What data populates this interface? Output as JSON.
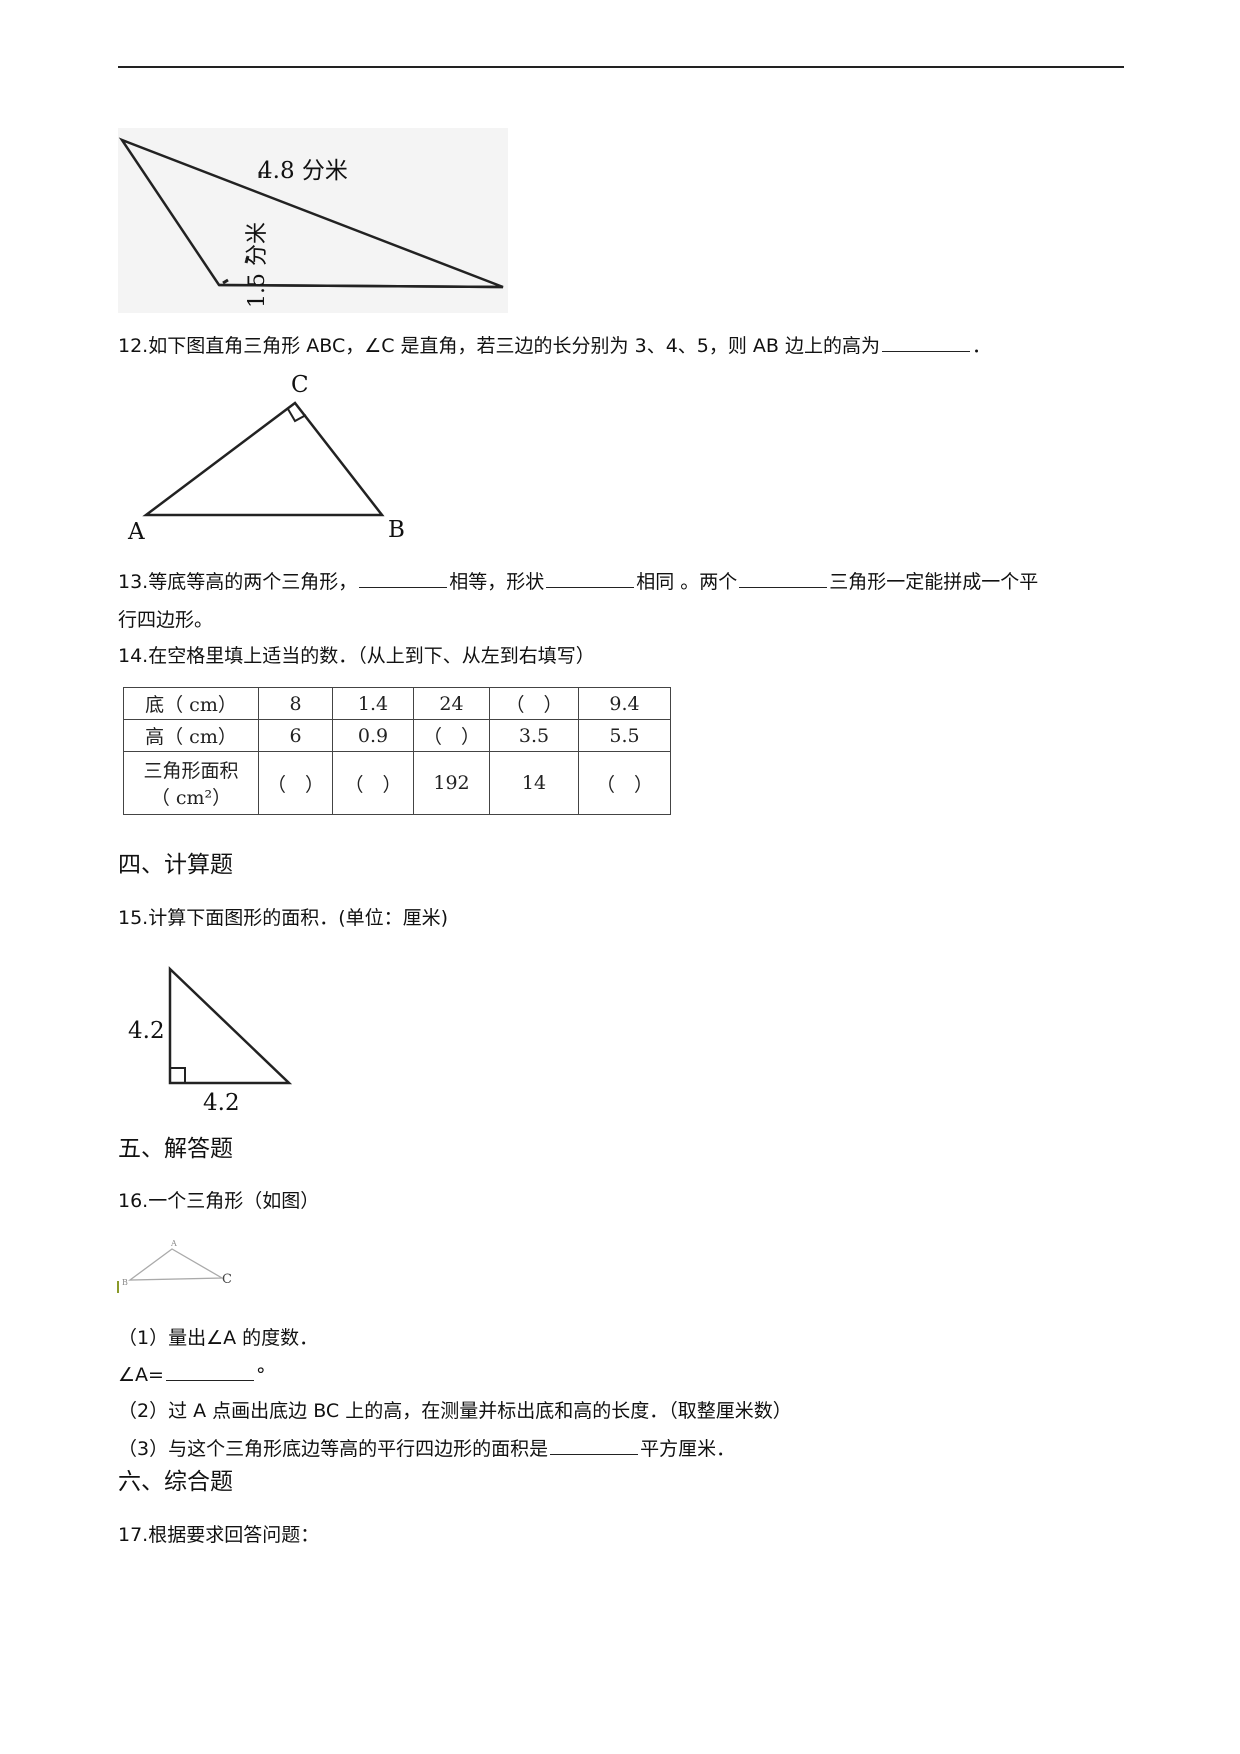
{
  "fig11": {
    "label_top": "4.8 分米",
    "label_side": "1.5 分米"
  },
  "q12": {
    "text_before": "12.如下图直角三角形 ABC，∠C 是直角，若三边的长分别为 3、4、5，则 AB 边上的高为",
    "text_after": "．",
    "labels": {
      "c": "C",
      "a": "A",
      "b": "B"
    }
  },
  "q13": {
    "p1": "13.等底等高的两个三角形，",
    "p2": "相等，形状",
    "p3": "相同 。两个",
    "p4": "三角形一定能拼成一个平",
    "p5": "行四边形。"
  },
  "q14": {
    "text": "14.在空格里填上适当的数．（从上到下、从左到右填写）",
    "table": {
      "row1": [
        "底（ cm）",
        "8",
        "1.4",
        "24",
        "（　）",
        "9.4"
      ],
      "row2": [
        "高（ cm）",
        "6",
        "0.9",
        "（　）",
        "3.5",
        "5.5"
      ],
      "row3_label_line1": "三角形面积",
      "row3_label_line2": "（ cm²）",
      "row3": [
        "（　）",
        "（　）",
        "192",
        "14",
        "（　）"
      ]
    }
  },
  "section4": "四、计算题",
  "q15": {
    "text": "15.计算下面图形的面积．(单位：厘米)",
    "label_left": "4.2",
    "label_bottom": "4.2"
  },
  "section5": "五、解答题",
  "q16": {
    "text": "16.一个三角形（如图）",
    "fig_labels": {
      "a": "A",
      "b": "B",
      "c": "C"
    },
    "p1": "（1）量出∠A 的度数．",
    "angle_prefix": "∠A=",
    "angle_suffix": "°",
    "p2": "（2）过 A 点画出底边 BC 上的高，在测量并标出底和高的长度．（取整厘米数）",
    "p3_before": "（3）与这个三角形底边等高的平行四边形的面积是",
    "p3_after": "平方厘米．"
  },
  "section6": "六、综合题",
  "q17": {
    "text": "17.根据要求回答问题："
  }
}
